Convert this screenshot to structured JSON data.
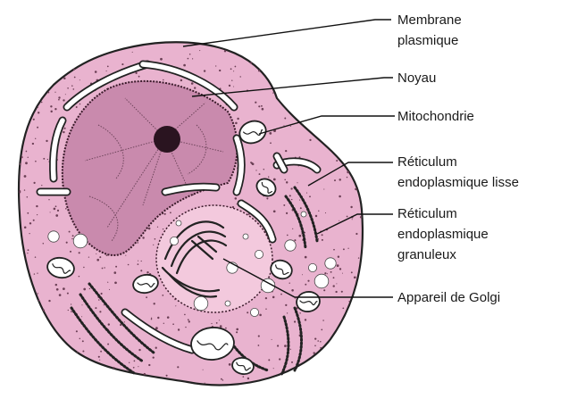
{
  "labels": {
    "membrane_line1": "Membrane",
    "membrane_line2": "plasmique",
    "noyau": "Noyau",
    "mitochondrie": "Mitochondrie",
    "reticulum_lisse_line1": "Réticulum",
    "reticulum_lisse_line2": "endoplasmique lisse",
    "reticulum_granuleux_line1": "Réticulum",
    "reticulum_granuleux_line2": "endoplasmique",
    "reticulum_granuleux_line3": "granuleux",
    "golgi": "Appareil de Golgi"
  },
  "colors": {
    "cytoplasm": "#e9b3cf",
    "nucleus": "#c98aad",
    "golgi_zone": "#f3c9dd"
  }
}
